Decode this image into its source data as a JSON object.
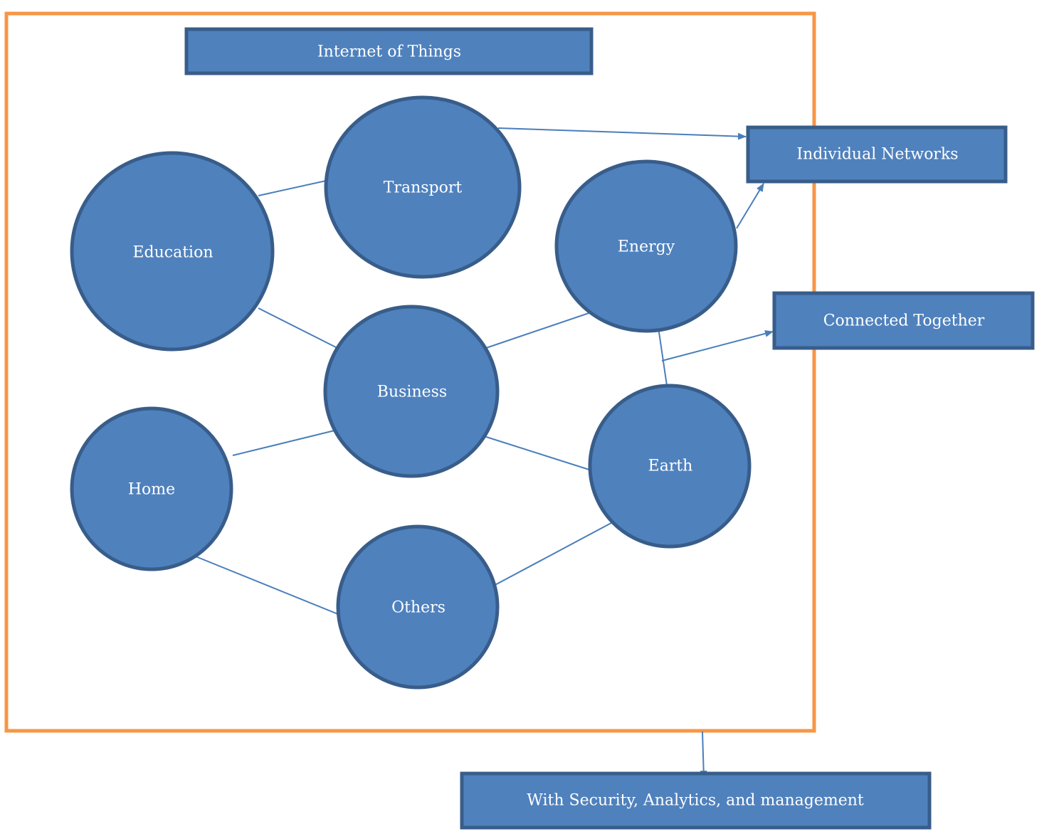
{
  "title": "Internet of Things",
  "nodes": {
    "education": "Education",
    "transport": "Transport",
    "energy": "Energy",
    "business": "Business",
    "home": "Home",
    "earth": "Earth",
    "others": "Others"
  },
  "callouts": {
    "individual_networks": "Individual Networks",
    "connected_together": "Connected Together",
    "security": "With Security, Analytics, and management"
  },
  "colors": {
    "node_fill": "#4f81bd",
    "node_stroke": "#385d8a",
    "frame_border": "#f79646",
    "connector": "#4a7ebb"
  }
}
